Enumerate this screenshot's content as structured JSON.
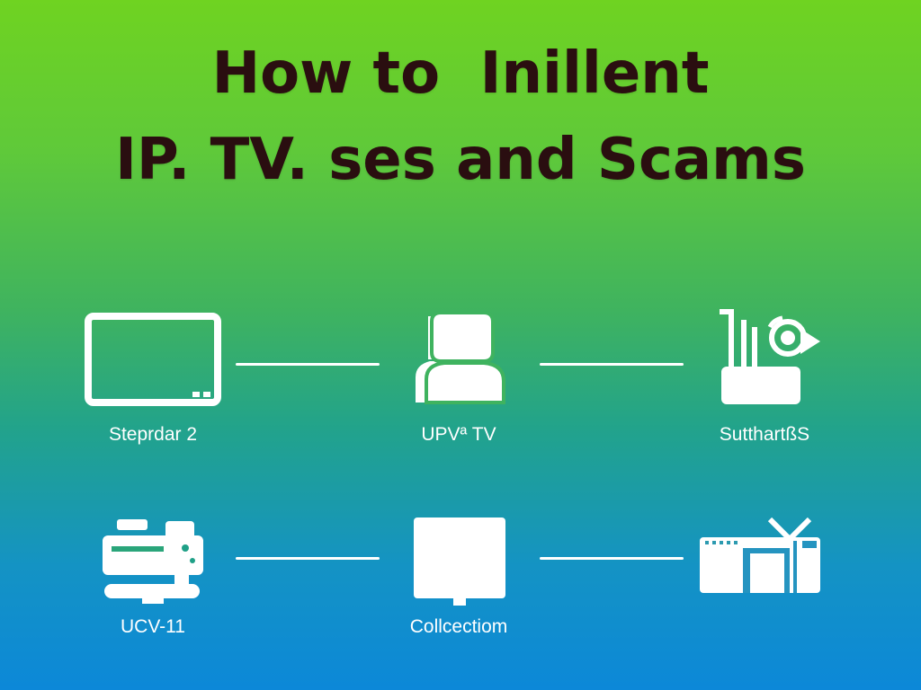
{
  "title": {
    "line1": "How to  Inillent",
    "line2": "IP. TV. ses and Scams"
  },
  "colors": {
    "background_top": "#6fd321",
    "background_bottom": "#0c88d8",
    "title_text": "#2a0e10",
    "icon_and_label": "#ffffff"
  },
  "rows": [
    {
      "nodes": [
        {
          "label": "Steprdar 2",
          "icon": "tv-monitor-icon"
        },
        {
          "label": "UPVª TV",
          "icon": "users-icon"
        },
        {
          "label": "SutthartßS",
          "icon": "satellite-router-icon"
        }
      ]
    },
    {
      "nodes": [
        {
          "label": "UCV-11",
          "icon": "set-top-box-icon"
        },
        {
          "label": "Collcectiom",
          "icon": "screen-icon"
        },
        {
          "label": "",
          "icon": "retro-tv-antenna-icon"
        }
      ]
    }
  ]
}
